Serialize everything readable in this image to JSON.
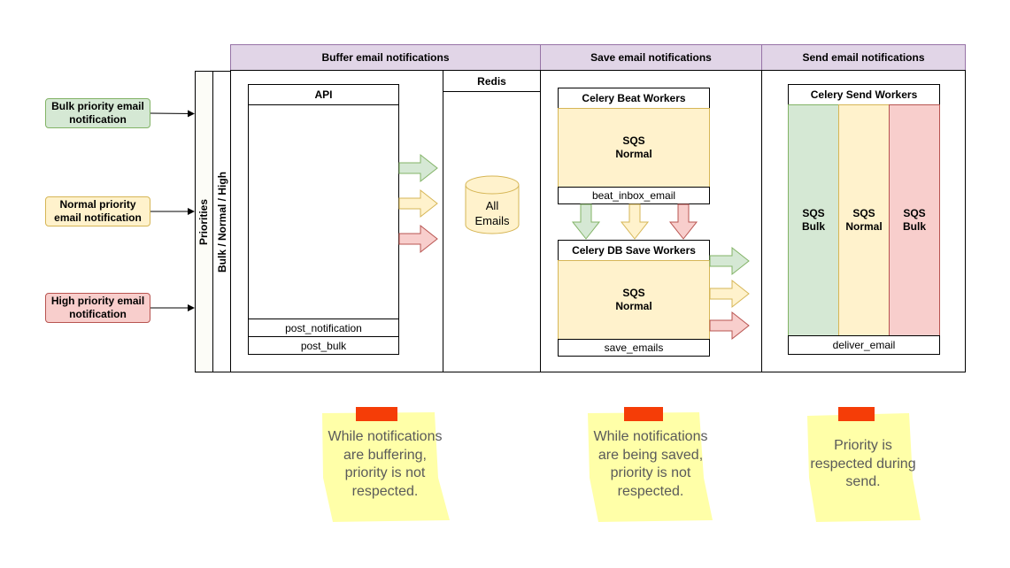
{
  "inputs": {
    "bulk": "Bulk priority email notification",
    "normal": "Normal priority email notification",
    "high": "High priority email notification"
  },
  "lanes": {
    "priorities_label": "Priorities",
    "order_label": "Bulk / Normal / High"
  },
  "sections": {
    "buffer": "Buffer email notifications",
    "save": "Save email notifications",
    "send": "Send email notifications"
  },
  "api": {
    "title": "API",
    "rows": [
      "post_notification",
      "post_bulk"
    ]
  },
  "redis": {
    "title": "Redis",
    "db_label": "All Emails"
  },
  "beat": {
    "title": "Celery Beat Workers",
    "queue": "SQS Normal",
    "task": "beat_inbox_email"
  },
  "save_workers": {
    "title": "Celery DB Save Workers",
    "queue": "SQS Normal",
    "task": "save_emails"
  },
  "send_workers": {
    "title": "Celery Send Workers",
    "queues": [
      "SQS Bulk",
      "SQS Normal",
      "SQS Bulk"
    ],
    "task": "deliver_email"
  },
  "notes": [
    "While notifications are buffering, priority is not respected.",
    "While notifications are being saved, priority is not respected.",
    "Priority is respected during send."
  ],
  "colors": {
    "green": "#d5e8d4",
    "yellow": "#fff2cc",
    "red": "#f8cecc",
    "header_purple": "#e1d5e7",
    "sticky_note": "#ffff99",
    "tape": "#f53d07"
  }
}
